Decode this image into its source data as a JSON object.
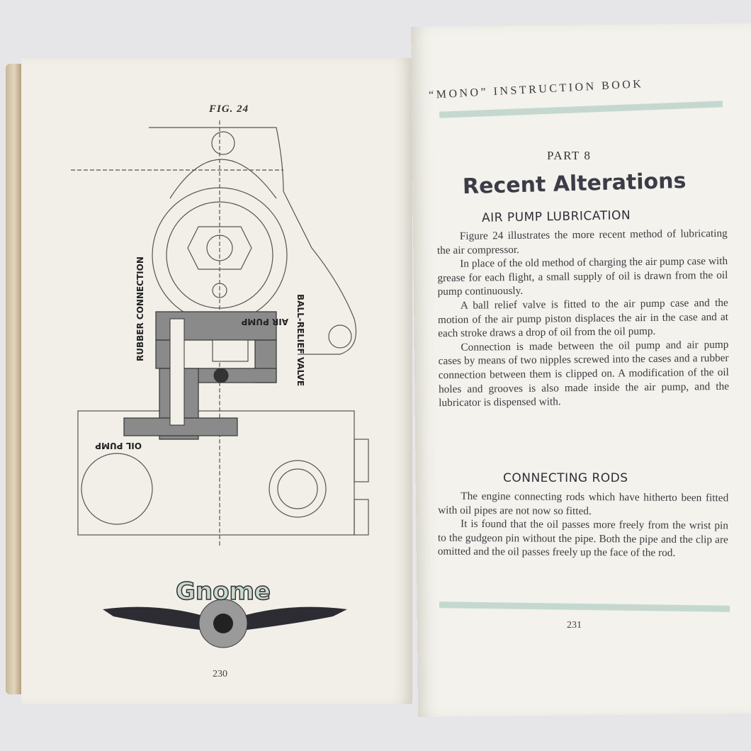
{
  "left_page": {
    "figure_title": "FIG. 24",
    "labels": {
      "rubber_connection": "RUBBER CONNECTION",
      "air_pump": "AIR PUMP",
      "ball_relief_valve": "BALL-RELIEF VALVE",
      "oil_pump": "OIL PUMP"
    },
    "logo_text": "Gnome",
    "page_number": "230"
  },
  "right_page": {
    "running_head": "“MONO” INSTRUCTION BOOK",
    "part": "PART 8",
    "title": "Recent Alterations",
    "section1": {
      "heading": "AIR PUMP LUBRICATION",
      "paragraphs": [
        "Figure 24 illustrates the more recent method of lubricating the air compressor.",
        "In place of the old method of charging the air pump case with grease for each flight, a small supply of oil is drawn from the oil pump continuously.",
        "A ball relief valve is fitted to the air pump case and the motion of the air pump piston displaces the air in the case and at each stroke draws a drop of oil from the oil pump.",
        "Connection is made between the oil pump and air pump cases by means of two nipples screwed into the cases and a rubber connection between them is clipped on.  A modification of the oil holes and grooves is also made inside the air pump, and the lubricator is dispensed with."
      ]
    },
    "section2": {
      "heading": "CONNECTING RODS",
      "paragraphs": [
        "The engine connecting rods which have hitherto been fitted with oil pipes are not now so fitted.",
        "It is found that the oil passes more freely from the wrist pin to the gudgeon pin without the pipe.  Both the pipe and the clip are omitted and the oil passes freely up the face of the rod."
      ]
    },
    "page_number": "231"
  },
  "colors": {
    "rule": "#c5d8d0",
    "page": "#f2f0e8"
  }
}
